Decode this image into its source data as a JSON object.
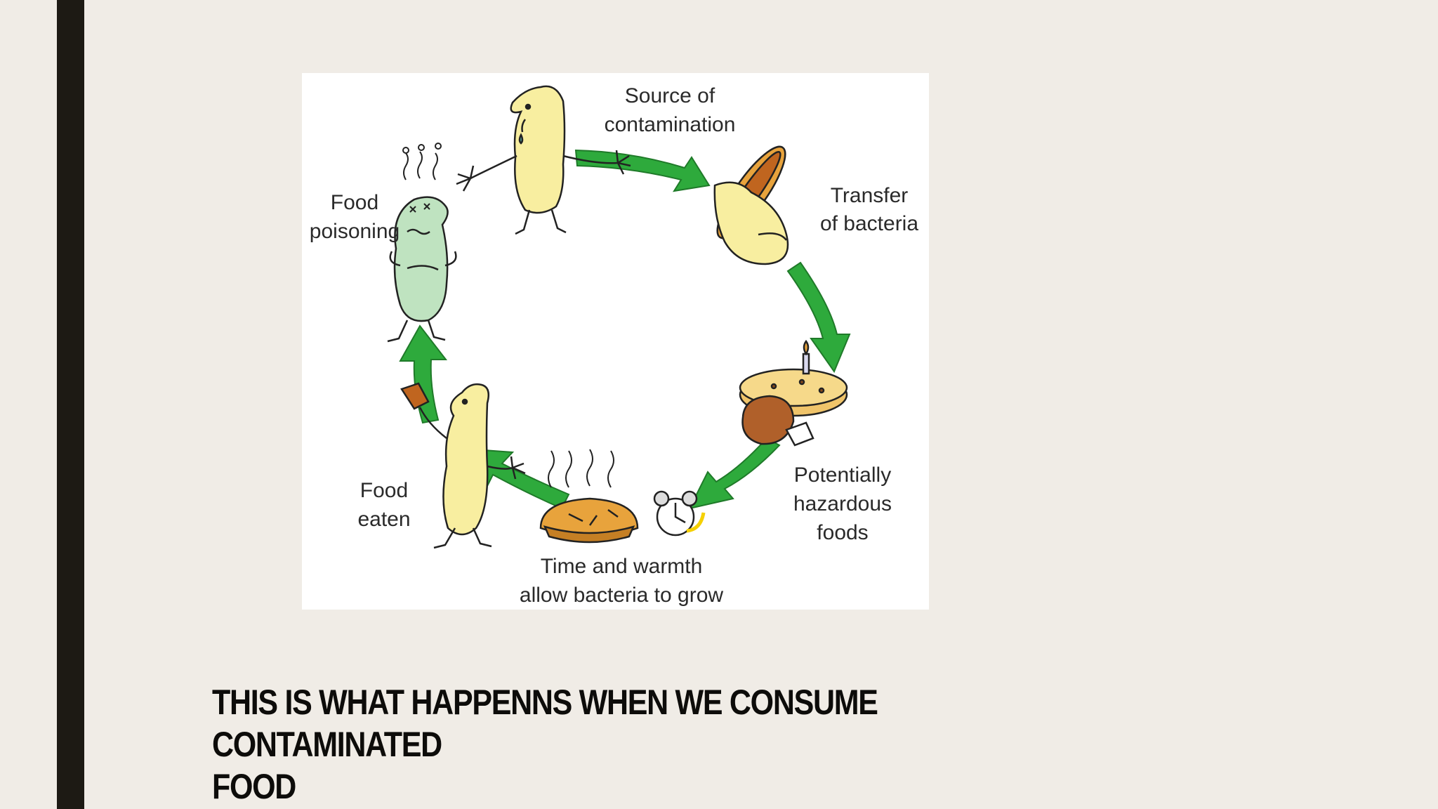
{
  "diagram": {
    "labels": {
      "source": [
        "Source of",
        "contamination"
      ],
      "transfer": [
        "Transfer",
        "of bacteria"
      ],
      "hazardous": [
        "Potentially",
        "hazardous",
        "foods"
      ],
      "time": [
        "Time and warmth",
        "allow bacteria to grow"
      ],
      "eaten": [
        "Food",
        "eaten"
      ],
      "poisoning": [
        "Food",
        "poisoning"
      ]
    },
    "colors": {
      "arrow": "#2eaa3c",
      "character": "#f8eea0",
      "sick_character": "#bfe3c0",
      "food": "#e8a33c",
      "outline": "#222222"
    }
  },
  "caption": {
    "line1": "THIS IS WHAT HAPPENNS WHEN WE CONSUME CONTAMINATED",
    "line2": "FOOD"
  }
}
